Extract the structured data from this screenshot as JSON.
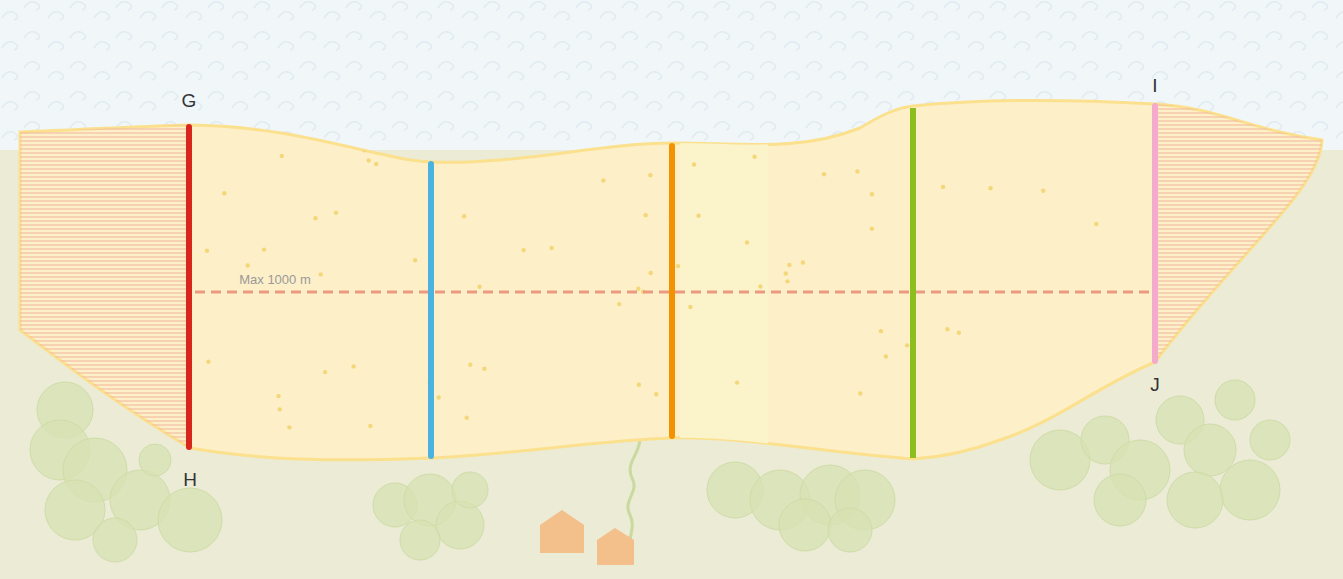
{
  "diagram": {
    "labels": [
      "G",
      "H",
      "I",
      "J",
      "Max 1000 m"
    ]
  }
}
